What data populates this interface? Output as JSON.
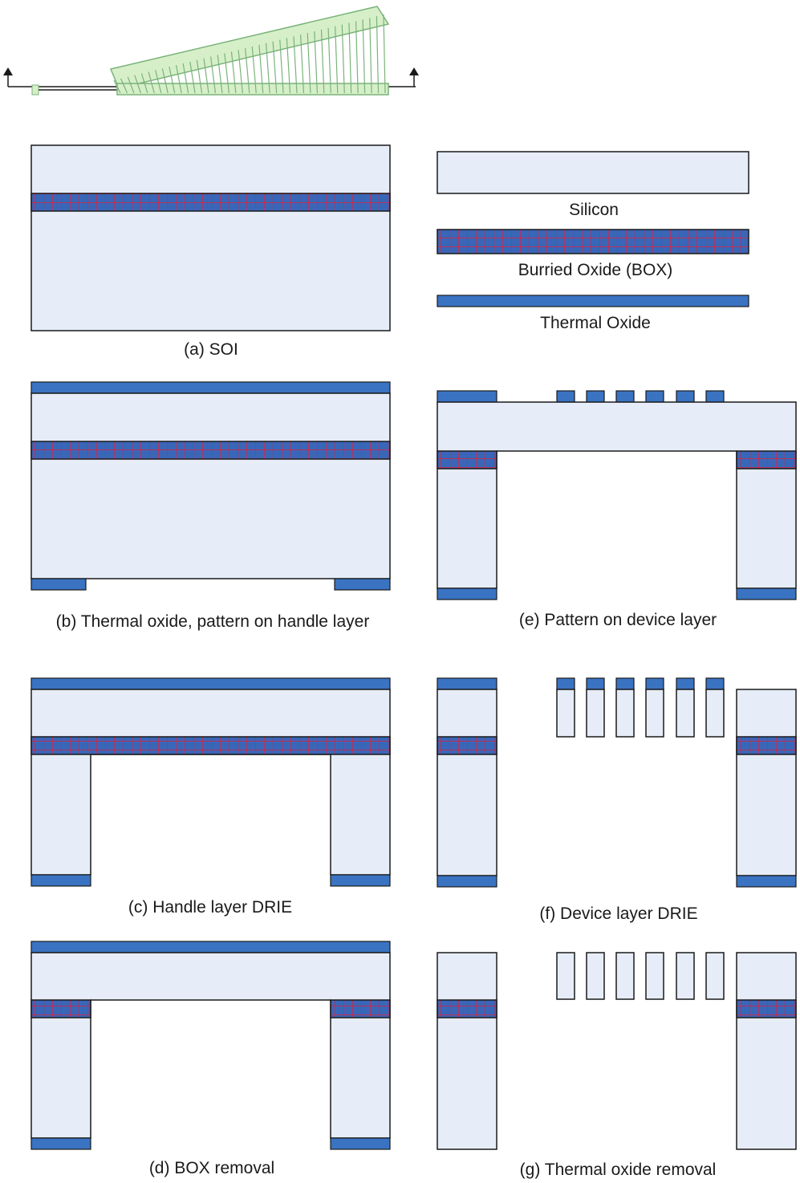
{
  "legend": {
    "silicon": "Silicon",
    "box": "Burried Oxide (BOX)",
    "thermal_oxide": "Thermal Oxide"
  },
  "steps": {
    "a": "(a) SOI",
    "b": "(b) Thermal oxide, pattern on handle layer",
    "c": "(c) Handle layer DRIE",
    "d": "(d) BOX removal",
    "e": "(e) Pattern on device layer",
    "f": "(f) Device layer DRIE",
    "g": "(g) Thermal oxide removal"
  },
  "colors": {
    "silicon_fill": "#e6edf8",
    "thermal_oxide": "#3a73c2",
    "box_fill": "#3a66b8",
    "box_grid": "#e0203a",
    "outline": "#1a1a1a",
    "device_sketch_fill": "#d6efc9",
    "device_sketch_stroke": "#7ab37a"
  }
}
